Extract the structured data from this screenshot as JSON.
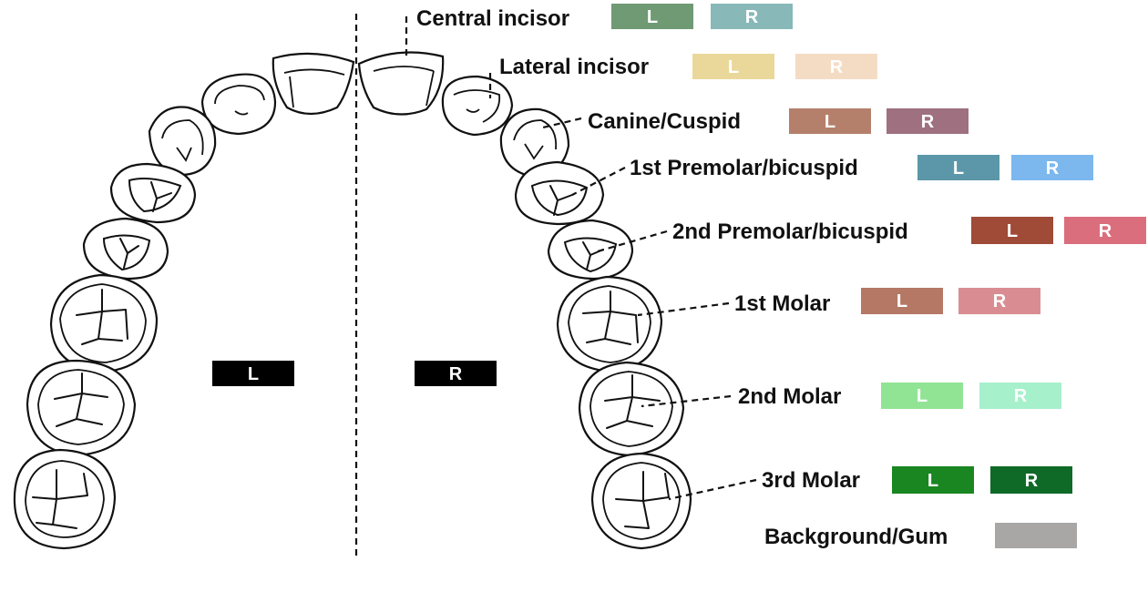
{
  "legend": [
    {
      "label": "Central incisor",
      "left": {
        "text": "L",
        "color": "#6f9a74"
      },
      "right": {
        "text": "R",
        "color": "#88b8b8"
      }
    },
    {
      "label": "Lateral incisor",
      "left": {
        "text": "L",
        "color": "#ead89a"
      },
      "right": {
        "text": "R",
        "color": "#f4dcc4"
      }
    },
    {
      "label": "Canine/Cuspid",
      "left": {
        "text": "L",
        "color": "#b5806b"
      },
      "right": {
        "text": "R",
        "color": "#9e7080"
      }
    },
    {
      "label": "1st Premolar/bicuspid",
      "left": {
        "text": "L",
        "color": "#5b97a9"
      },
      "right": {
        "text": "R",
        "color": "#7cb8ee"
      }
    },
    {
      "label": "2nd Premolar/bicuspid",
      "left": {
        "text": "L",
        "color": "#a04a38"
      },
      "right": {
        "text": "R",
        "color": "#db6e7c"
      }
    },
    {
      "label": "1st Molar",
      "left": {
        "text": "L",
        "color": "#b47865"
      },
      "right": {
        "text": "R",
        "color": "#d98d92"
      }
    },
    {
      "label": "2nd Molar",
      "left": {
        "text": "L",
        "color": "#92e495"
      },
      "right": {
        "text": "R",
        "color": "#a6f0cc"
      }
    },
    {
      "label": "3rd Molar",
      "left": {
        "text": "L",
        "color": "#198621"
      },
      "right": {
        "text": "R",
        "color": "#0f6a28"
      }
    },
    {
      "label": "Background/Gum",
      "swatch": {
        "color": "#a9a6a6"
      }
    }
  ],
  "sides": {
    "left": {
      "text": "L",
      "color": "#000000"
    },
    "right": {
      "text": "R",
      "color": "#000000"
    }
  }
}
